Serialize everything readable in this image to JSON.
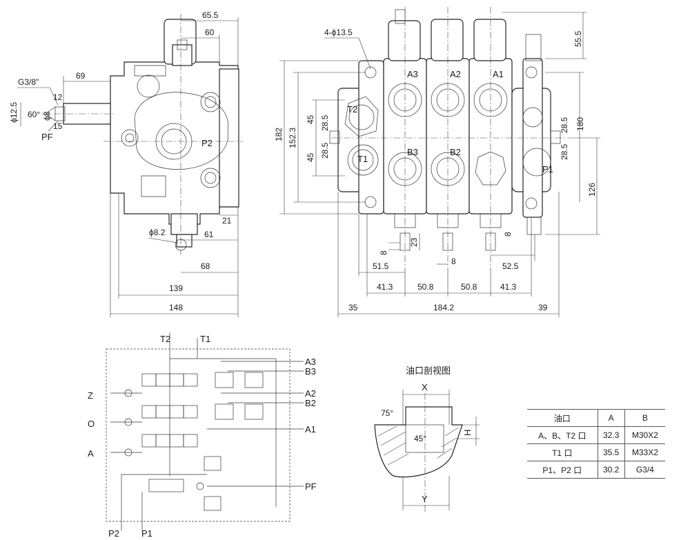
{
  "side_view": {
    "port_label": "G3/8\"",
    "pf_label": "PF",
    "p2_label": "P2",
    "dims": {
      "d65_5": "65.5",
      "d60": "60",
      "d69": "69",
      "d12": "12",
      "d12_5": "ϕ12.5",
      "d60deg": "60°",
      "d8": "ϕ8",
      "d15": "15",
      "d8_2": "ϕ8.2",
      "d21": "21",
      "d61": "61",
      "d68": "68",
      "d139": "139",
      "d148": "148"
    }
  },
  "front_view": {
    "hole_label": "4-ϕ13.5",
    "ports": {
      "a3": "A3",
      "a2": "A2",
      "a1": "A1",
      "b3": "B3",
      "b2": "B2",
      "t2": "T2",
      "t1": "T1",
      "p1": "P1"
    },
    "dims": {
      "d55_5": "55.5",
      "d182": "182",
      "d152_3": "152.3",
      "d45a": "45",
      "d45b": "45",
      "d28_5a": "28.5",
      "d28_5b": "28.5",
      "d28_5c": "28.5",
      "d28_5d": "28.5",
      "d180": "180",
      "d126": "126",
      "d8a": "8",
      "d23": "23",
      "d8b": "8",
      "d8c": "8",
      "d51_5": "51.5",
      "d52_5": "52.5",
      "d41_3a": "41.3",
      "d50_8a": "50.8",
      "d50_8b": "50.8",
      "d41_3b": "41.3",
      "d35": "35",
      "d184_2": "184.2",
      "d39": "39"
    }
  },
  "schematic": {
    "top_labels": {
      "t2": "T2",
      "t1": "T1"
    },
    "right_labels": {
      "a3": "A3",
      "b3": "B3",
      "a2": "A2",
      "b2": "B2",
      "a1": "A1",
      "pf": "PF"
    },
    "left_labels": {
      "z": "Z",
      "o": "O",
      "a": "A"
    },
    "bottom_labels": {
      "p2": "P2",
      "p1": "P1"
    }
  },
  "section_view": {
    "title": "油口剖视图",
    "x_label": "X",
    "y_label": "Y",
    "h_label": "H",
    "angle75": "75°",
    "angle45": "45°"
  },
  "port_table": {
    "headers": [
      "油口",
      "A",
      "B"
    ],
    "rows": [
      [
        "A、B、T2 口",
        "32.3",
        "M30X2"
      ],
      [
        "T1 口",
        "35.5",
        "M33X2"
      ],
      [
        "P1、P2 口",
        "30.2",
        "G3/4"
      ]
    ]
  }
}
